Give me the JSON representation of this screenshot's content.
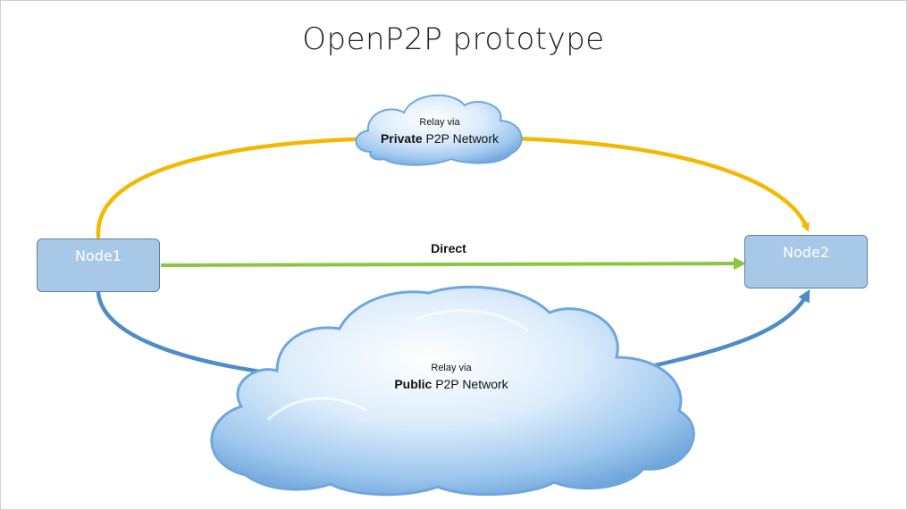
{
  "title": "OpenP2P prototype",
  "nodes": {
    "node1": "Node1",
    "node2": "Node2"
  },
  "links": {
    "direct": "Direct",
    "private": {
      "prefix": "Relay via",
      "bold": "Private",
      "rest": " P2P Network"
    },
    "public": {
      "prefix": "Relay via",
      "bold": "Public",
      "rest": " P2P Network"
    }
  },
  "colors": {
    "private_path": "#f5b800",
    "direct_path": "#8cc63f",
    "public_path": "#4e8cc9",
    "node_fill": "#a8c8e8"
  }
}
